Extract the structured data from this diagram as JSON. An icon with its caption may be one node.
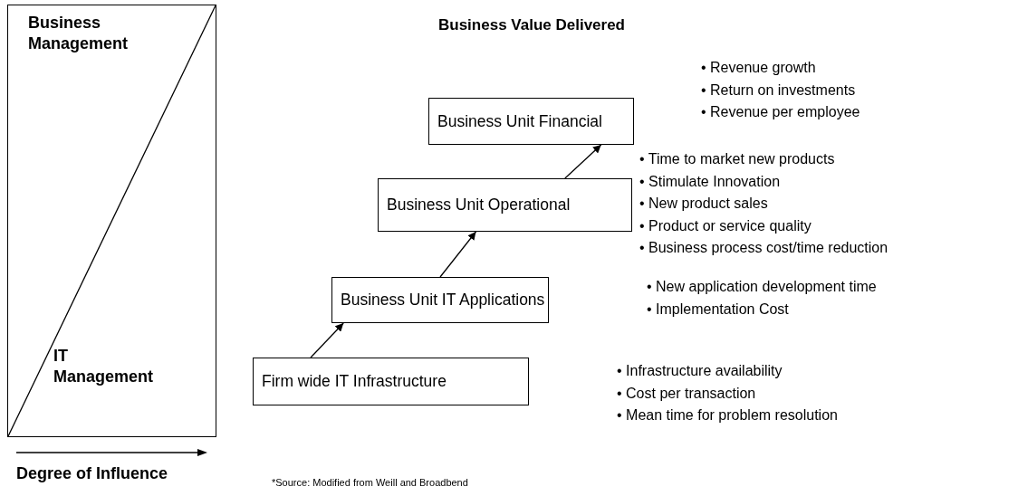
{
  "diagram": {
    "title": "Business Value Delivered",
    "caption": "*Source: Modified from Weill and Broadbend",
    "nodes": [
      {
        "text": [
          "Business Management",
          "IT Management"
        ]
      },
      {
        "text": [
          "Business Unit Financial"
        ],
        "beside": [
          "• Revenue growth",
          "• Return on investments",
          "• Revenue per employee"
        ]
      },
      {
        "text": [
          "Business Unit Operational"
        ],
        "beside": [
          "• Time to market new products",
          "• Stimulate Innovation",
          "• New product sales",
          "• Product or service quality",
          "• Business process cost/time reduction"
        ]
      },
      {
        "text": [
          "Business Unit IT Applications"
        ],
        "beside": [
          "• New application development time",
          "• Implementation Cost"
        ]
      },
      {
        "text": [
          "Firm wide IT Infrastructure"
        ],
        "beside": [
          "• Infrastructure availability",
          "• Cost per transaction",
          "• Mean time for problem resolution"
        ]
      }
    ],
    "edges": [
      {
        "from": 4,
        "to": 3,
        "arrow": "to"
      },
      {
        "from": 3,
        "to": 2,
        "arrow": "to"
      },
      {
        "from": 2,
        "to": 1,
        "arrow": "to"
      }
    ],
    "labels": [
      "Degree of Influence"
    ]
  }
}
